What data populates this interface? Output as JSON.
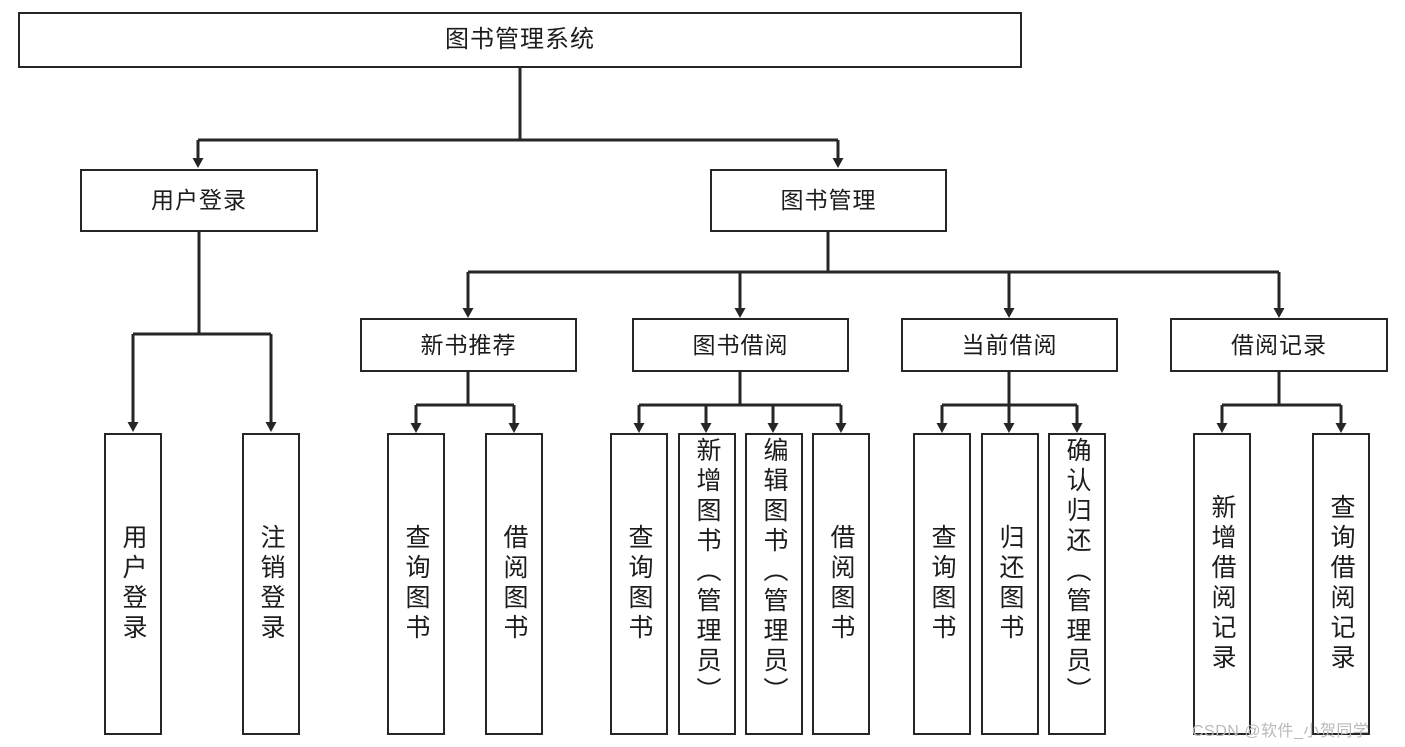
{
  "diagram": {
    "type": "tree",
    "title": "图书管理系统",
    "root": {
      "id": "root",
      "label": "图书管理系统"
    },
    "level2": [
      {
        "id": "user-login",
        "label": "用户登录"
      },
      {
        "id": "book-management",
        "label": "图书管理"
      }
    ],
    "level3": [
      {
        "id": "new-book-recommend",
        "label": "新书推荐",
        "parent": "book-management"
      },
      {
        "id": "book-borrow",
        "label": "图书借阅",
        "parent": "book-management"
      },
      {
        "id": "current-borrow",
        "label": "当前借阅",
        "parent": "book-management"
      },
      {
        "id": "borrow-record",
        "label": "借阅记录",
        "parent": "book-management"
      }
    ],
    "leaves": [
      {
        "id": "leaf-user-login",
        "label": "用户登录",
        "parent": "user-login"
      },
      {
        "id": "leaf-logout-login",
        "label": "注销登录",
        "parent": "user-login"
      },
      {
        "id": "leaf-query-book-1",
        "label": "查询图书",
        "parent": "new-book-recommend"
      },
      {
        "id": "leaf-borrow-book-1",
        "label": "借阅图书",
        "parent": "new-book-recommend"
      },
      {
        "id": "leaf-query-book-2",
        "label": "查询图书",
        "parent": "book-borrow"
      },
      {
        "id": "leaf-add-book-admin",
        "label": "新增图书（管理员）",
        "parent": "book-borrow"
      },
      {
        "id": "leaf-edit-book-admin",
        "label": "编辑图书（管理员）",
        "parent": "book-borrow"
      },
      {
        "id": "leaf-borrow-book-2",
        "label": "借阅图书",
        "parent": "book-borrow"
      },
      {
        "id": "leaf-query-book-3",
        "label": "查询图书",
        "parent": "current-borrow"
      },
      {
        "id": "leaf-return-book",
        "label": "归还图书",
        "parent": "current-borrow"
      },
      {
        "id": "leaf-confirm-return-admin",
        "label": "确认归还（管理员）",
        "parent": "current-borrow"
      },
      {
        "id": "leaf-add-borrow-record",
        "label": "新增借阅记录",
        "parent": "borrow-record"
      },
      {
        "id": "leaf-query-borrow-record",
        "label": "查询借阅记录",
        "parent": "borrow-record"
      }
    ],
    "colors": {
      "stroke": "#262626",
      "text": "#1c1c1c",
      "background": "#ffffff",
      "watermark": "#b9b9b9"
    }
  },
  "watermark": {
    "text": "CSDN @软件_小贺同学"
  }
}
